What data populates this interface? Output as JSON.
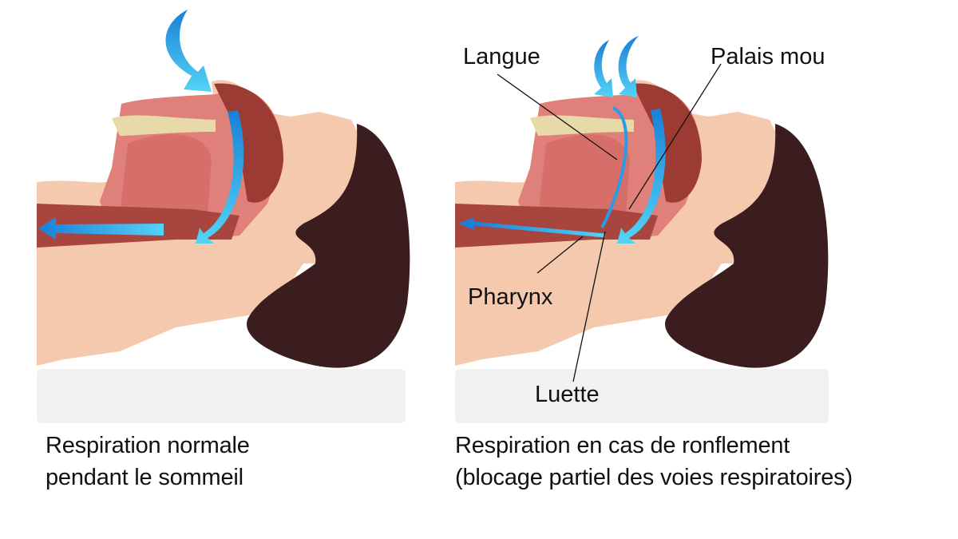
{
  "panels": [
    {
      "id": "normal",
      "caption": {
        "line1": "Respiration normale",
        "line2": "pendant le sommeil"
      },
      "labels": []
    },
    {
      "id": "snoring",
      "caption": {
        "line1": "Respiration en cas de ronflement",
        "line2": "(blocage partiel des voies respiratoires)"
      },
      "labels": {
        "tongue": "Langue",
        "soft_palate": "Palais mou",
        "pharynx": "Pharynx",
        "uvula": "Luette"
      }
    }
  ],
  "colors": {
    "skin": "#f5c9ae",
    "hair": "#3b1d1f",
    "tissue": "#e0807a",
    "tissue_dark": "#9c3b34",
    "bone": "#e8d9a8",
    "airflow_light": "#54d3f5",
    "airflow_dark": "#1a7fd8",
    "pillow": "#f1f1f1"
  }
}
